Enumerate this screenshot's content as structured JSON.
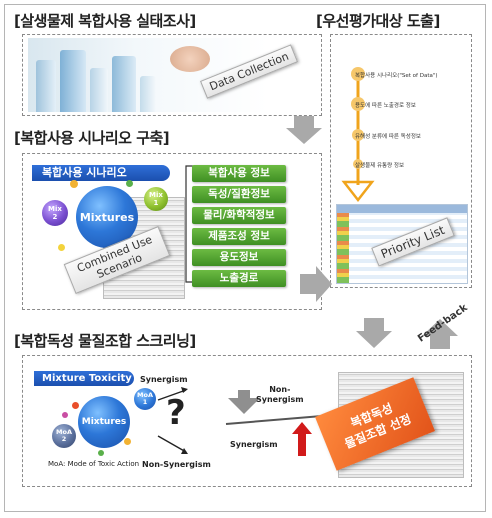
{
  "sections": {
    "survey_title": "[살생물제 복합사용 실태조사]",
    "priority_title": "[우선평가대상 도출]",
    "scenario_title": "[복합사용 시나리오 구축]",
    "screening_title": "[복합독성 물질조합 스크리닝]"
  },
  "survey": {
    "tag": "Data Collection"
  },
  "priority": {
    "rows": [
      "복합사용 시나리오(\"Set of Data\")",
      "용도에 따른 노출경로 정보",
      "유해성 분류에 따른 독성정보",
      "살생물제 유통량 정보"
    ],
    "tag": "Priority List",
    "feedback": "Feed-back"
  },
  "scenario": {
    "pill": "복합사용 시나리오",
    "center": "Mixtures",
    "mix2": "Mix\n2",
    "mix1": "Mix\n1",
    "tag_line1": "Combined Use",
    "tag_line2": "Scenario",
    "info": [
      "복합사용 정보",
      "독성/질환정보",
      "물리/화학적정보",
      "제품조성 정보",
      "용도정보",
      "노출경로"
    ]
  },
  "screening": {
    "pill": "Mixture Toxicity",
    "center": "Mixtures",
    "moa1": "MoA\n1",
    "moa2": "MoA\n2",
    "synergism_top": "Synergism",
    "non_synergism_bottom": "Non-Synergism",
    "question": "?",
    "moa_def": "MoA: Mode of Toxic Action",
    "non_syn_line1": "Non-",
    "non_syn_line2": "Synergism",
    "synergism_right": "Synergism",
    "result_line1": "복합독성",
    "result_line2": "물질조합 선정"
  },
  "colors": {
    "blue": "#1f5fc4",
    "green": "#4a9a2c",
    "orange": "#ec6a24",
    "red": "#d11a1a",
    "arrow_gray": "#a9a9a9"
  }
}
